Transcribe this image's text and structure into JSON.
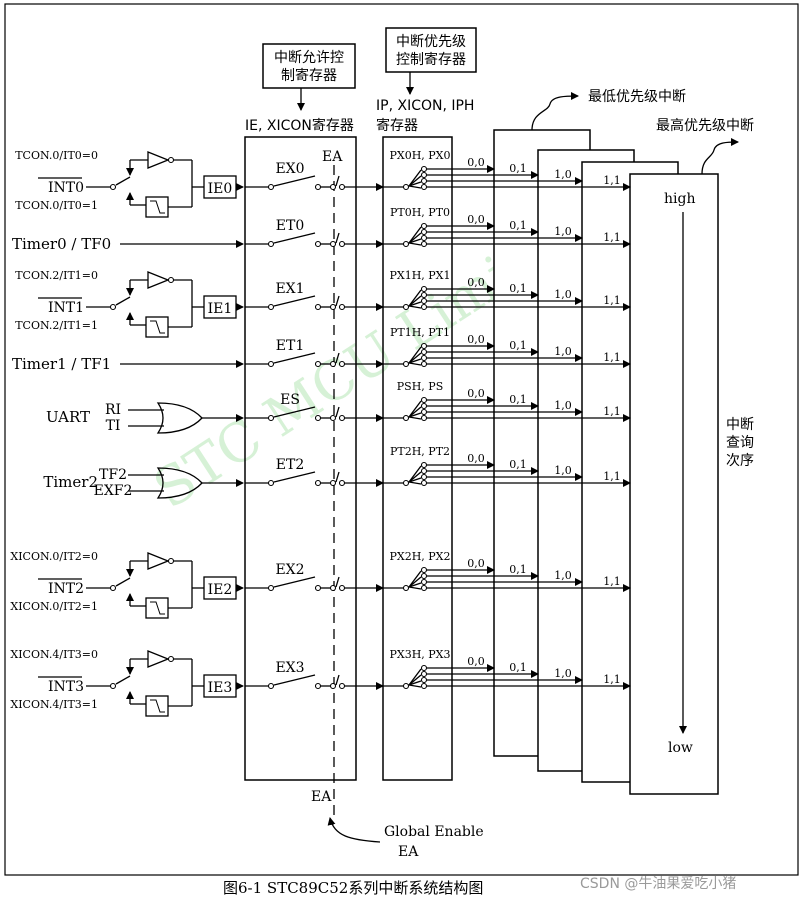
{
  "caption": "图6-1   STC89C52系列中断系统结构图",
  "csdn": "CSDN @牛油果爱吃小猪",
  "watermark": "STC  MCU  Limited",
  "labels": {
    "ie_reg_box": "中断允许控\n制寄存器",
    "ip_reg_box": "中断优先级\n控制寄存器",
    "ie_reg": "IE, XICON寄存器",
    "ip_reg": "IP, XICON, IPH\n寄存器",
    "lowest": "最低优先级中断",
    "highest": "最高优先级中断",
    "high": "high",
    "low": "low",
    "query": "中断\n查询\n次序",
    "ea_top": "EA",
    "ea_bottom": "EA",
    "global": "Global Enable\nEA"
  },
  "sources": [
    {
      "kind": "ext",
      "sel0": "TCON.0/IT0=0",
      "sel1": "TCON.0/IT0=1",
      "pin": "INT0",
      "flag": "IE0",
      "en": "EX0",
      "pri": "PX0H, PX0"
    },
    {
      "kind": "simple",
      "text": "Timer0 / TF0",
      "en": "ET0",
      "pri": "PT0H, PT0"
    },
    {
      "kind": "ext",
      "sel0": "TCON.2/IT1=0",
      "sel1": "TCON.2/IT1=1",
      "pin": "INT1",
      "flag": "IE1",
      "en": "EX1",
      "pri": "PX1H, PX1"
    },
    {
      "kind": "simple",
      "text": "Timer1 / TF1",
      "en": "ET1",
      "pri": "PT1H, PT1"
    },
    {
      "kind": "or",
      "text": "UART",
      "in1": "RI",
      "in2": "TI",
      "en": "ES",
      "pri": "PSH, PS"
    },
    {
      "kind": "or",
      "text": "Timer2",
      "in1": "TF2",
      "in2": "EXF2",
      "en": "ET2",
      "pri": "PT2H, PT2"
    },
    {
      "kind": "ext",
      "sel0": "XICON.0/IT2=0",
      "sel1": "XICON.0/IT2=1",
      "pin": "INT2",
      "flag": "IE2",
      "en": "EX2",
      "pri": "PX2H, PX2"
    },
    {
      "kind": "ext",
      "sel0": "XICON.4/IT3=0",
      "sel1": "XICON.4/IT3=1",
      "pin": "INT3",
      "flag": "IE3",
      "en": "EX3",
      "pri": "PX3H, PX3"
    }
  ],
  "levels": [
    "0,0",
    "0,1",
    "1,0",
    "1,1"
  ]
}
